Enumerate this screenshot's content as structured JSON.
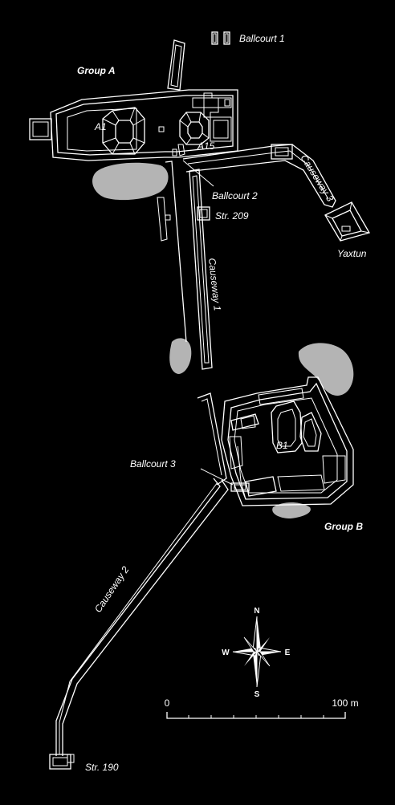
{
  "map": {
    "labels": {
      "ballcourt_1": "Ballcourt 1",
      "group_a": "Group A",
      "a1": "A1",
      "a15": "A15",
      "causeway_3": "Causeway 3",
      "ballcourt_2": "Ballcourt 2",
      "str_209": "Str. 209",
      "yaxtun": "Yaxtun",
      "causeway_1": "Causeway 1",
      "b1": "B1",
      "ballcourt_3": "Ballcourt 3",
      "group_b": "Group B",
      "causeway_2": "Causeway 2",
      "str_190": "Str. 190"
    },
    "compass": {
      "n": "N",
      "s": "S",
      "e": "E",
      "w": "W"
    },
    "scale": {
      "min_label": "0",
      "max_label": "100 m"
    },
    "colors": {
      "background": "#000000",
      "lines": "#ffffff",
      "fill": "#b4b4b4"
    }
  }
}
